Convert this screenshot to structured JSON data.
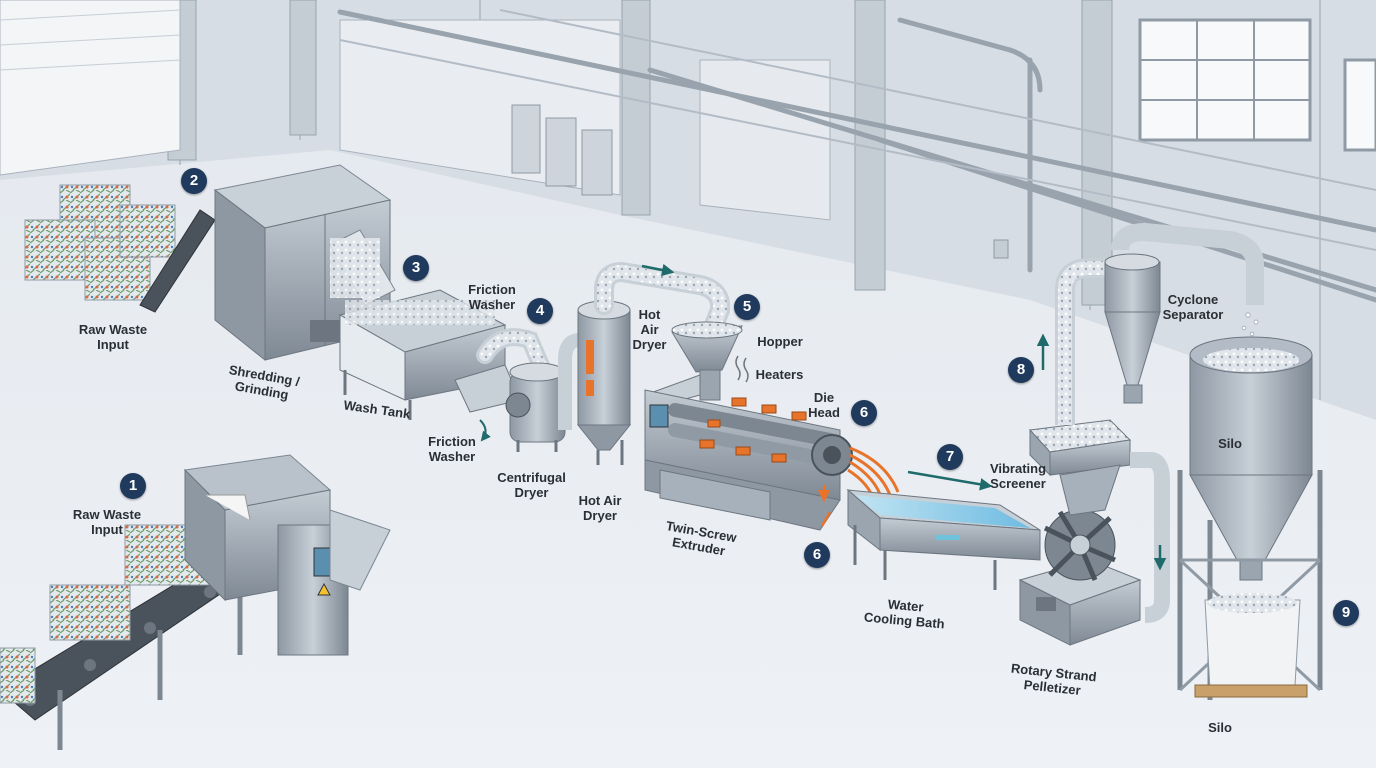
{
  "steps": [
    {
      "number": "1",
      "label": "Raw Waste\nInput"
    },
    {
      "number": "2",
      "label": "Raw Waste\nInput"
    },
    {
      "number": "2",
      "label": "Shredding /\nGrinding"
    },
    {
      "number": "3",
      "label": "Wash Tank"
    },
    {
      "number": "3",
      "label": "Friction\nWasher"
    },
    {
      "number": "4",
      "label": "Friction\nWasher"
    },
    {
      "number": "4",
      "label": "Centrifugal\nDryer"
    },
    {
      "number": "5",
      "label": "Hot Air\nDryer"
    },
    {
      "number": "5",
      "label": "Hot Air\nDryer"
    },
    {
      "number": "5",
      "label": "Hopper"
    },
    {
      "number": "6",
      "label": "Heaters"
    },
    {
      "number": "6",
      "label": "Die\nHead"
    },
    {
      "number": "6",
      "label": "Twin-Screw\nExtruder"
    },
    {
      "number": "7",
      "label": "Water\nCooling Bath"
    },
    {
      "number": "7",
      "label": "Vibrating\nScreener"
    },
    {
      "number": "8",
      "label": "Rotary Strand\nPelletizer"
    },
    {
      "number": "8",
      "label": "Cyclone\nSeparator"
    },
    {
      "number": "9",
      "label": "Silo"
    },
    {
      "number": "9",
      "label": "Silo"
    }
  ],
  "markers": [
    "1",
    "2",
    "3",
    "4",
    "5",
    "6",
    "6",
    "7",
    "8",
    "9"
  ],
  "labels": {
    "raw_waste_1": "Raw Waste\nInput",
    "raw_waste_2": "Raw Waste\nInput",
    "shredding": "Shredding /\nGrinding",
    "wash_tank": "Wash Tank",
    "friction_washer_top": "Friction\nWasher",
    "friction_washer_bottom": "Friction\nWasher",
    "centrifugal_dryer": "Centrifugal\nDryer",
    "hot_air_dryer_top": "Hot\nAir\nDryer",
    "hot_air_dryer_bottom": "Hot Air\nDryer",
    "hopper": "Hopper",
    "heaters": "Heaters",
    "die_head": "Die\nHead",
    "extruder": "Twin-Screw\nExtruder",
    "cooling_bath": "Water\nCooling Bath",
    "screener": "Vibrating\nScreener",
    "pelletizer": "Rotary Strand\nPelletizer",
    "cyclone": "Cyclone\nSeparator",
    "silo_top": "Silo",
    "silo_bottom": "Silo"
  },
  "colors": {
    "marker_fill": "#1f3a5c",
    "heater_accent": "#e8732a",
    "arrow_accent": "#1f6b6b",
    "machine_steel": "#a9b3bd",
    "water": "#8fd3f0"
  }
}
